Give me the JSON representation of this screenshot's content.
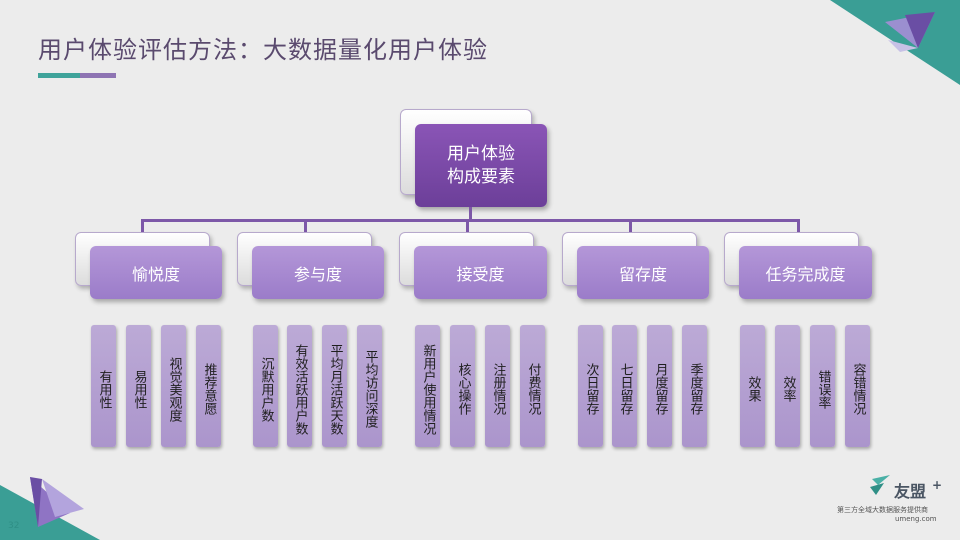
{
  "title": "用户体验评估方法：大数据量化用户体验",
  "root": {
    "line1": "用户体验",
    "line2": "构成要素"
  },
  "categories": [
    {
      "label": "愉悦度",
      "items": [
        "有用性",
        "易用性",
        "视觉美观度",
        "推荐意愿"
      ]
    },
    {
      "label": "参与度",
      "items": [
        "沉默用户数",
        "有效活跃用户数",
        "平均月活跃天数",
        "平均访问深度"
      ]
    },
    {
      "label": "接受度",
      "items": [
        "新用户使用情况",
        "核心操作",
        "注册情况",
        "付费情况"
      ]
    },
    {
      "label": "留存度",
      "items": [
        "次日留存",
        "七日留存",
        "月度留存",
        "季度留存"
      ]
    },
    {
      "label": "任务完成度",
      "items": [
        "效果",
        "效率",
        "错误率",
        "容错情况"
      ]
    }
  ],
  "brand": {
    "name": "友盟",
    "plus": "+",
    "tagline": "第三方全域大数据服务提供商",
    "url": "umeng.com"
  },
  "page_number": "32",
  "colors": {
    "teal": "#3fa39a",
    "purple": "#8e74b3",
    "root": "#7a4aa8",
    "category": "#a98bd2"
  }
}
